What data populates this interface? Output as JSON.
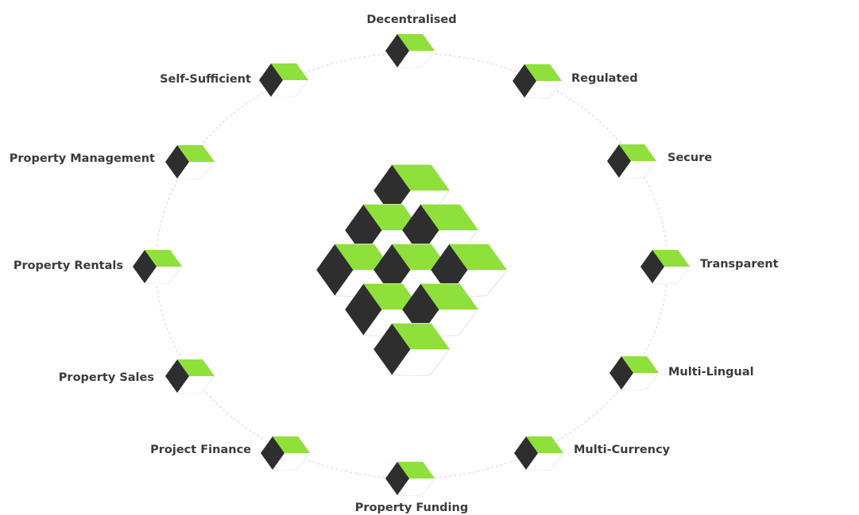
{
  "colors": {
    "green": "#8fe03a",
    "dark": "#2e2e2e",
    "text": "#3b3b3b",
    "ring": "#dcdcdc"
  },
  "nodes": [
    {
      "key": "decentralised",
      "label": "Decentralised",
      "icon": "cube-icon"
    },
    {
      "key": "regulated",
      "label": "Regulated",
      "icon": "cube-icon"
    },
    {
      "key": "secure",
      "label": "Secure",
      "icon": "cube-icon"
    },
    {
      "key": "transparent",
      "label": "Transparent",
      "icon": "cube-icon"
    },
    {
      "key": "multi-lingual",
      "label": "Multi-Lingual",
      "icon": "cube-icon"
    },
    {
      "key": "multi-currency",
      "label": "Multi-Currency",
      "icon": "cube-icon"
    },
    {
      "key": "property-funding",
      "label": "Property Funding",
      "icon": "cube-icon"
    },
    {
      "key": "project-finance",
      "label": "Project Finance",
      "icon": "cube-icon"
    },
    {
      "key": "property-sales",
      "label": "Property Sales",
      "icon": "cube-icon"
    },
    {
      "key": "property-rentals",
      "label": "Property Rentals",
      "icon": "cube-icon"
    },
    {
      "key": "property-management",
      "label": "Property Management",
      "icon": "cube-icon"
    },
    {
      "key": "self-sufficient",
      "label": "Self-Sufficient",
      "icon": "cube-icon"
    }
  ],
  "center": {
    "icon": "cube-cluster-icon"
  }
}
